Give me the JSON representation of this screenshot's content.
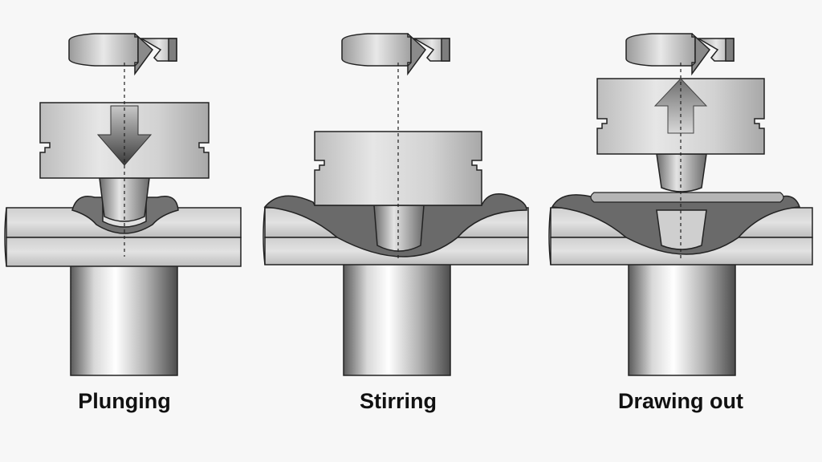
{
  "stages": [
    {
      "label": "Plunging",
      "motion": "down"
    },
    {
      "label": "Stirring",
      "motion": "none"
    },
    {
      "label": "Drawing out",
      "motion": "up"
    }
  ],
  "icons": {
    "rotation": "rotation-arrow-icon",
    "down": "down-arrow-icon",
    "up": "up-arrow-icon"
  },
  "colors": {
    "tool": "#d6d6d6",
    "plate": "#c9c9c9",
    "stir_zone": "#6a6a6a",
    "outline": "#222222"
  }
}
